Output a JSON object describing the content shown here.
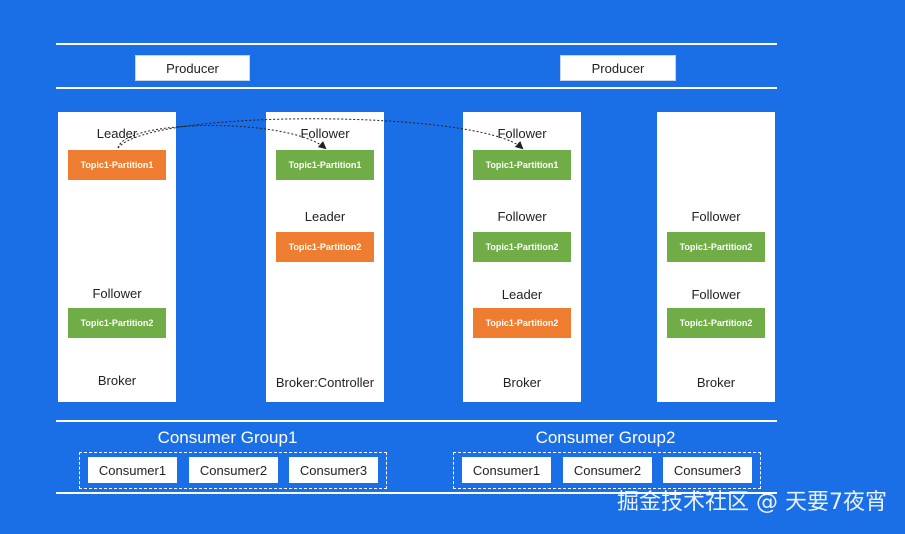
{
  "producers": [
    "Producer",
    "Producer"
  ],
  "brokers": [
    {
      "label": "Broker",
      "slots": [
        {
          "role": "Leader",
          "partition": "Topic1-Partition1",
          "color": "#ee7d31"
        },
        {
          "role": "Follower",
          "partition": "Topic1-Partition2",
          "color": "#70ad47"
        }
      ]
    },
    {
      "label": "Broker:Controller",
      "slots": [
        {
          "role": "Follower",
          "partition": "Topic1-Partition1",
          "color": "#70ad47"
        },
        {
          "role": "Leader",
          "partition": "Topic1-Partition2",
          "color": "#ee7d31"
        }
      ]
    },
    {
      "label": "Broker",
      "slots": [
        {
          "role": "Follower",
          "partition": "Topic1-Partition1",
          "color": "#70ad47"
        },
        {
          "role": "Follower",
          "partition": "Topic1-Partition2",
          "color": "#70ad47"
        },
        {
          "role": "Leader",
          "partition": "Topic1-Partition2",
          "color": "#ee7d31"
        }
      ]
    },
    {
      "label": "Broker",
      "slots": [
        {
          "role": "Follower",
          "partition": "Topic1-Partition2",
          "color": "#70ad47"
        },
        {
          "role": "Follower",
          "partition": "Topic1-Partition2",
          "color": "#70ad47"
        }
      ]
    }
  ],
  "consumer_groups": [
    {
      "title": "Consumer Group1",
      "consumers": [
        "Consumer1",
        "Consumer2",
        "Consumer3"
      ]
    },
    {
      "title": "Consumer Group2",
      "consumers": [
        "Consumer1",
        "Consumer2",
        "Consumer3"
      ]
    }
  ],
  "watermark": "掘金技术社区 @ 天要7夜宵",
  "colors": {
    "background": "#1a6ee6",
    "leader": "#ee7d31",
    "follower": "#70ad47"
  }
}
